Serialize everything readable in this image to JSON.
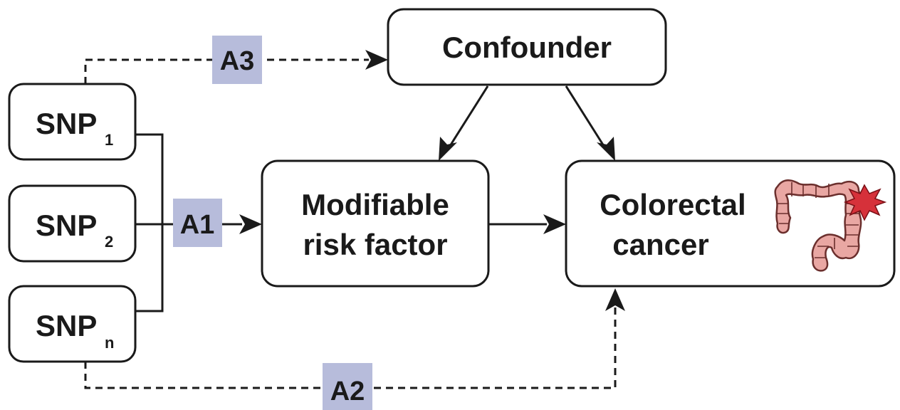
{
  "nodes": {
    "snp1": {
      "base": "SNP",
      "sub": "1"
    },
    "snp2": {
      "base": "SNP",
      "sub": "2"
    },
    "snpn": {
      "base": "SNP",
      "sub": "n"
    },
    "confounder": {
      "label": "Confounder"
    },
    "risk_factor": {
      "line1": "Modifiable",
      "line2": "risk factor"
    },
    "outcome": {
      "line1": "Colorectal",
      "line2": "cancer",
      "icon": "colon-tumor-icon"
    }
  },
  "assumptions": {
    "a1": "A1",
    "a2": "A2",
    "a3": "A3"
  },
  "colors": {
    "tag_fill": "#b7bcdb",
    "colon_fill": "#e9a7a3",
    "tumor_fill": "#d6313a"
  }
}
